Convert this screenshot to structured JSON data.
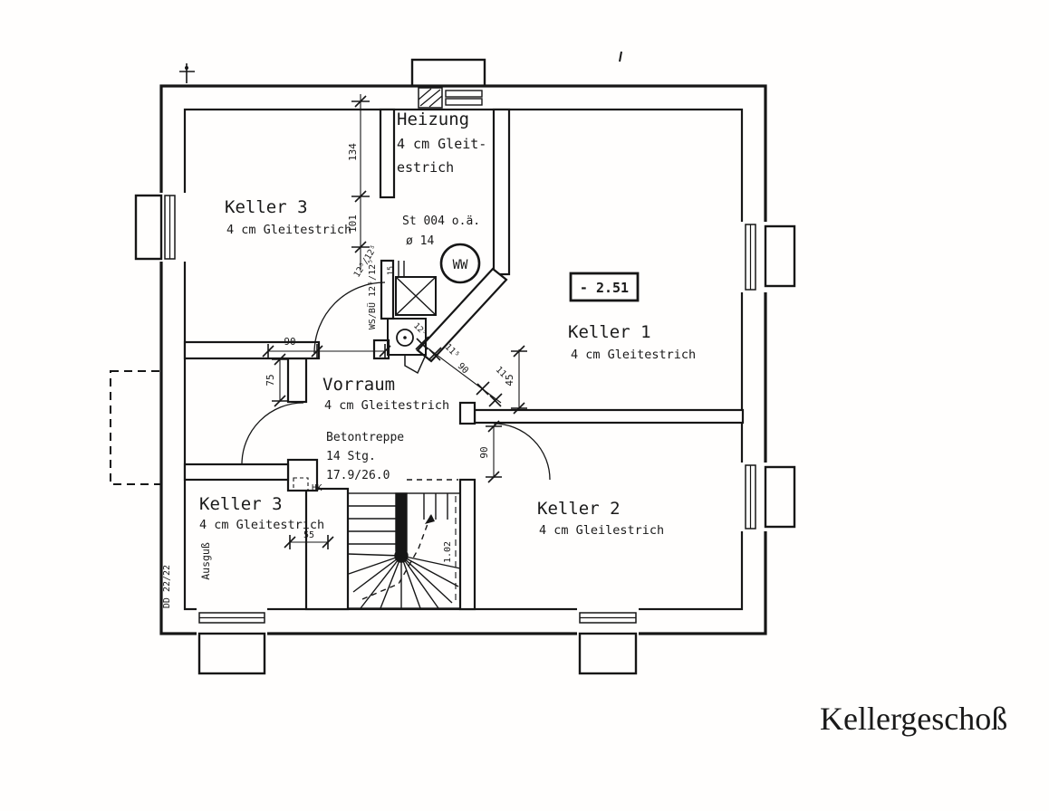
{
  "title": "Kellergeschoß",
  "rooms": {
    "keller3_top": {
      "name": "Keller 3",
      "floor": "4 cm Gleitestrich"
    },
    "heizung": {
      "name": "Heizung",
      "floor_line1": "4 cm Gleit-",
      "floor_line2": "estrich"
    },
    "keller1": {
      "name": "Keller 1",
      "floor": "4 cm Gleitestrich"
    },
    "vorraum": {
      "name": "Vorraum",
      "floor": "4 cm Gleitestrich"
    },
    "keller3_bottom": {
      "name": "Keller 3",
      "floor": "4 cm Gleitestrich"
    },
    "keller2": {
      "name": "Keller 2",
      "floor": "4 cm Gleilestrich"
    }
  },
  "annotations": {
    "chimney_type": "St 004 o.ä.",
    "chimney_diameter": "ø 14",
    "boiler": "WW",
    "floor_level": "- 2.51",
    "stair_line1": "Betontreppe",
    "stair_line2": "14 Stg.",
    "stair_line3": "17.9/26.0",
    "sink": "Ausguß",
    "duct": "DD 22/22",
    "radiator": "HK",
    "lintel": "WS/BÜ 12⁵/12⁵"
  },
  "dimensions": {
    "wall_seg1": "134",
    "wall_seg2": "101",
    "lintel_size": "12⁵/12⁵",
    "door_top_keller3": "90",
    "door_bottom_keller3": "75",
    "diag_1": "12⁵",
    "diag_2": "11⁵",
    "diag_3": "90",
    "diag_4": "11",
    "niche": "45",
    "door_keller2": "90",
    "wall_stub": "55",
    "stair_width": "1.02",
    "flue_vent": "15"
  }
}
